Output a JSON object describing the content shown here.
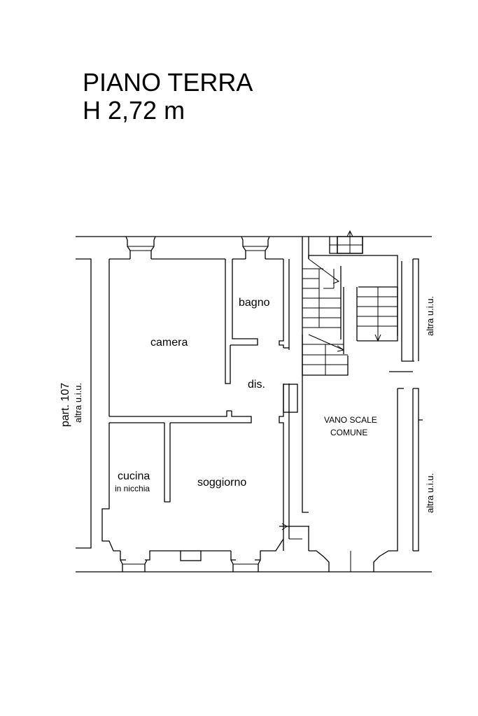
{
  "header": {
    "floor_name": "PIANO TERRA",
    "height": "H 2,72 m"
  },
  "rooms": {
    "camera": "camera",
    "bagno": "bagno",
    "dis": "dis.",
    "cucina": "cucina",
    "in_nicchia": "in nicchia",
    "soggiorno": "soggiorno",
    "vano_scale": "VANO SCALE",
    "comune": "COMUNE"
  },
  "neighbors": {
    "left_part": "part. 107",
    "left_uiu": "altra u.i.u.",
    "right_top_uiu": "altra u.i.u.",
    "right_bottom_uiu": "altra u.i.u."
  },
  "colors": {
    "ink": "#000000",
    "paper": "#ffffff"
  }
}
